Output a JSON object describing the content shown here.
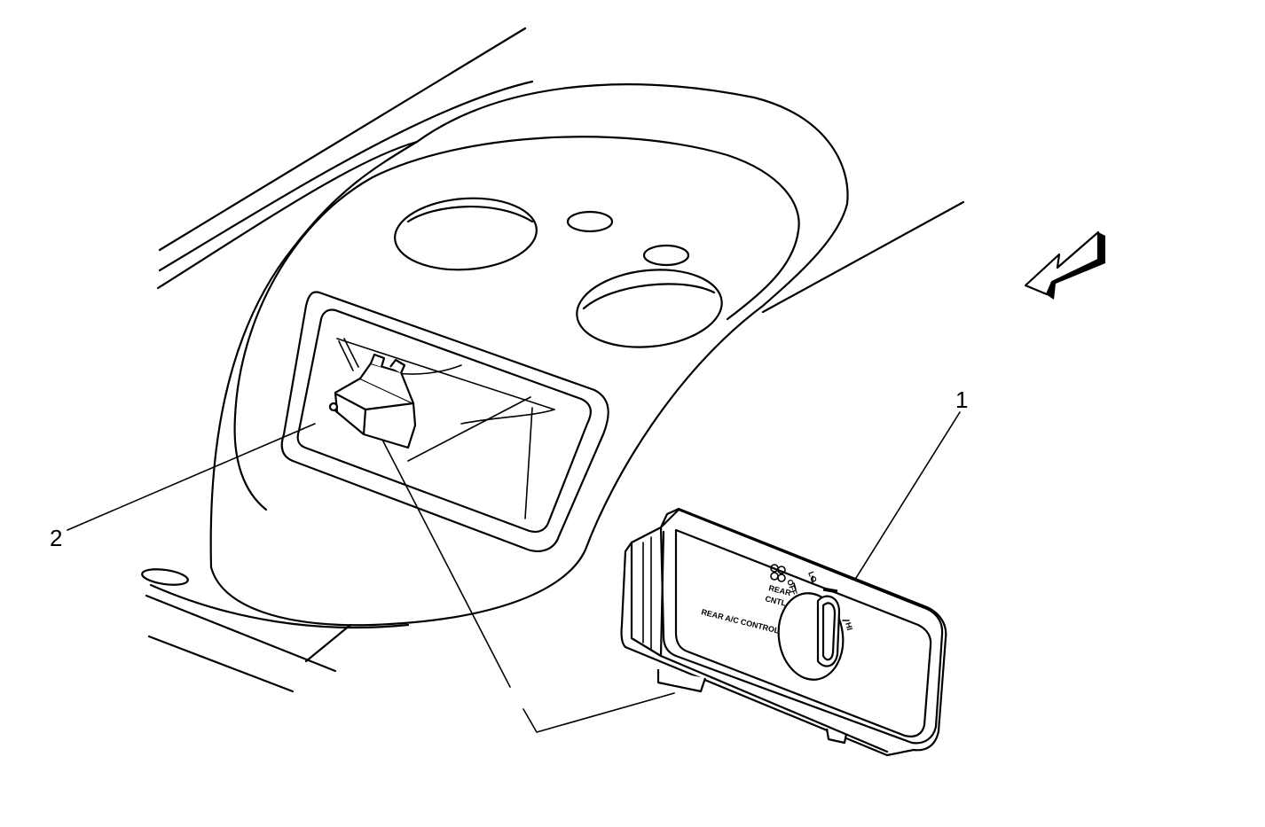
{
  "callouts": [
    {
      "id": "1",
      "label": "1"
    },
    {
      "id": "2",
      "label": "2"
    }
  ],
  "control_panel": {
    "title": "REAR A/C CONTROL",
    "rear_label_line1": "REAR",
    "rear_label_line2": "CNTL",
    "off_label": "OFF",
    "lo_label": "LO",
    "hi_label": "HI"
  },
  "icons": {
    "direction_arrow": "direction-arrow-icon",
    "fan_symbol": "fan-icon"
  },
  "colors": {
    "line": "#000000",
    "background": "#ffffff"
  }
}
